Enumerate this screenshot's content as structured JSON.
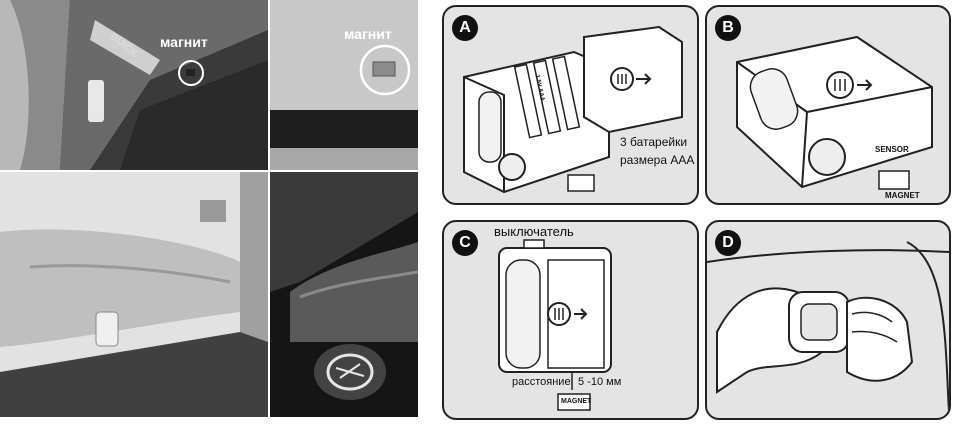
{
  "photos": {
    "top_left": {
      "magnet_label": "магнит",
      "door_badge": "BUICK"
    },
    "top_right": {
      "magnet_label": "магнит"
    }
  },
  "panels": {
    "a": {
      "letter": "A",
      "battery_caption_line1": "3 батарейки",
      "battery_caption_line2": "размера AAA",
      "battery_text": "1.5V AAA"
    },
    "b": {
      "letter": "B",
      "sensor_label": "SENSOR",
      "magnet_label": "MAGNET"
    },
    "c": {
      "letter": "C",
      "switch_label": "выключатель",
      "distance_label": "расстояние",
      "distance_value": "5 -10 мм",
      "magnet_label": "MAGNET"
    },
    "d": {
      "letter": "D"
    }
  },
  "colors": {
    "panel_bg": "#e4e4e4",
    "line": "#222222"
  }
}
